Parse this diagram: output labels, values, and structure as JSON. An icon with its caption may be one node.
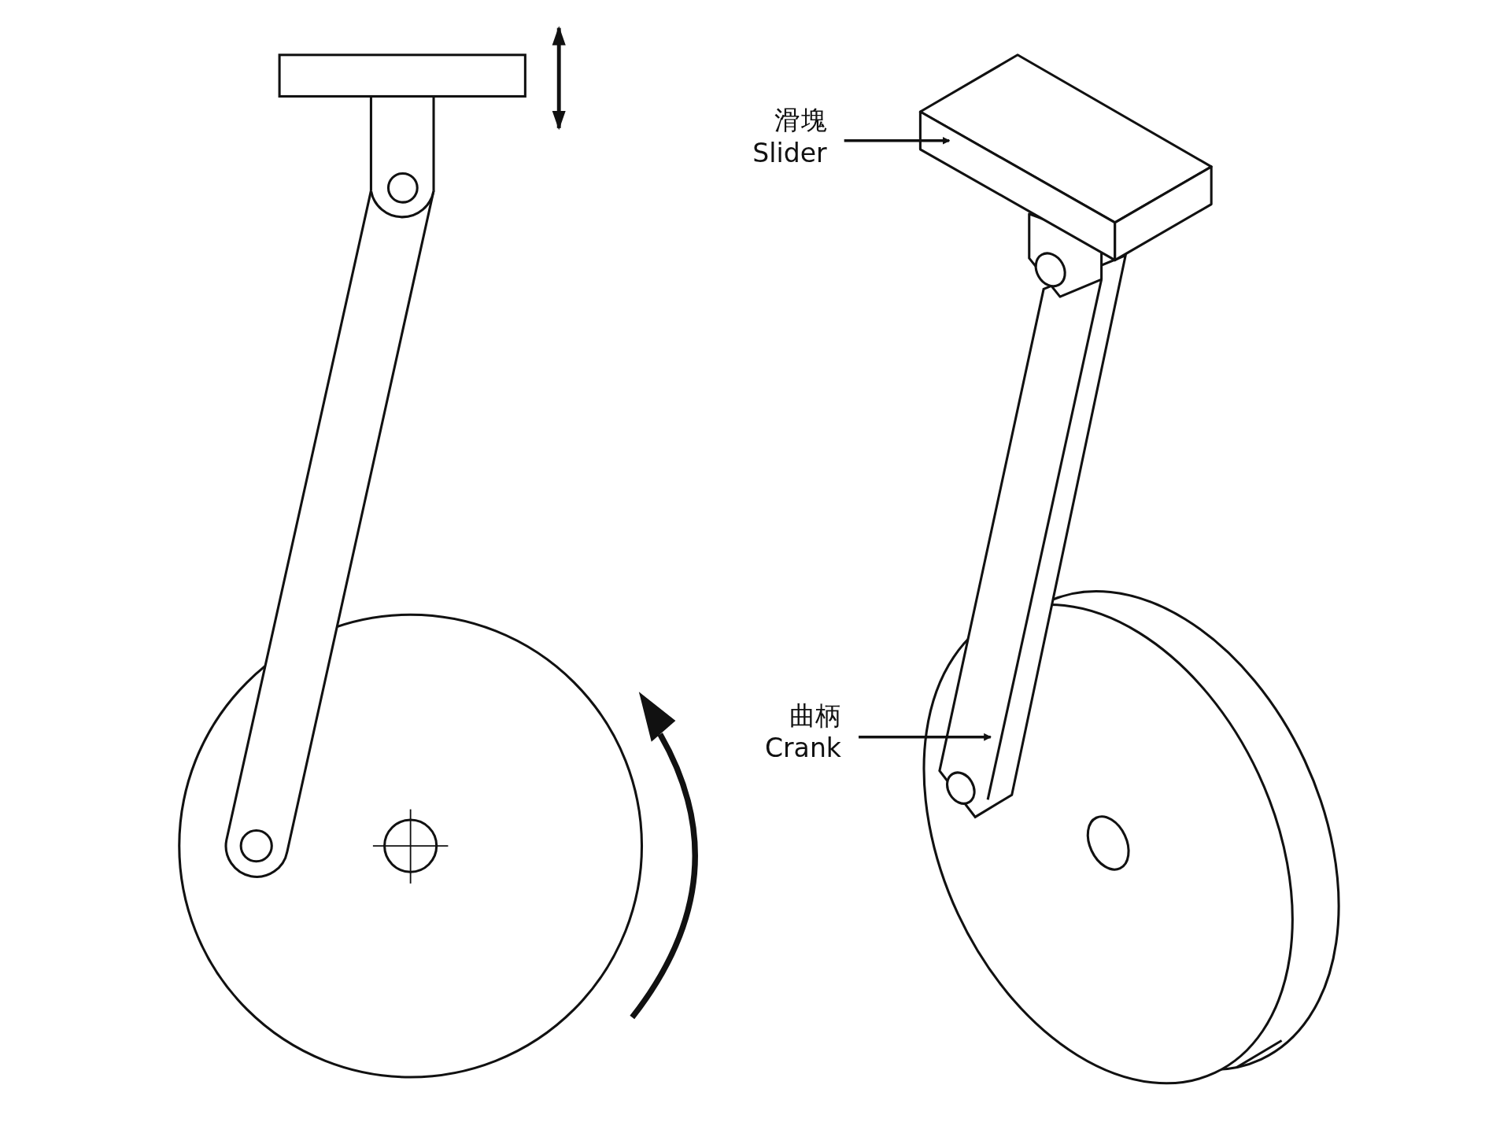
{
  "diagram": {
    "nodes": [
      {
        "text": [
          "滑塊",
          "Slider"
        ]
      },
      {
        "text": [],
        "shape": "box"
      },
      {
        "text": [
          "曲柄",
          "Crank"
        ]
      },
      {
        "text": [],
        "shape": "bar"
      }
    ],
    "edges": [
      {
        "from": 0,
        "to": 1,
        "arrow": "to"
      },
      {
        "from": 2,
        "to": 3,
        "arrow": "to"
      }
    ]
  }
}
